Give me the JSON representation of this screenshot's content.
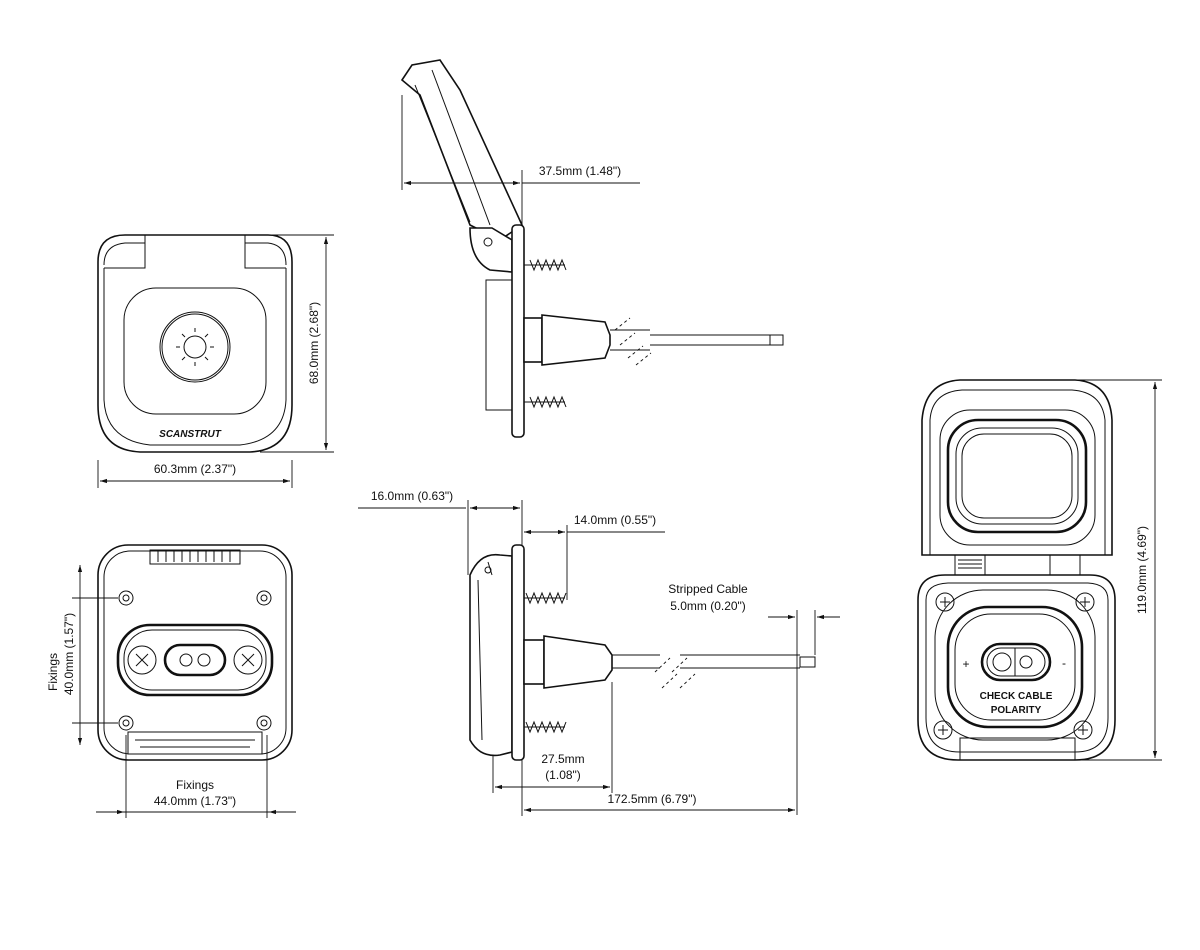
{
  "title": "Socket dimension drawing",
  "front_view": {
    "brand": "SCANSTRUT",
    "width_label": "60.3mm (2.37\")",
    "height_label": "68.0mm (2.68\")"
  },
  "rear_view": {
    "fixings_label": "Fixings",
    "fixings_vertical_label": "40.0mm (1.57\")",
    "fixings_horizontal_label": "44.0mm (1.73\")"
  },
  "side_view_open": {
    "lid_depth_label": "37.5mm (1.48\")"
  },
  "side_view": {
    "lid_depth_label": "16.0mm (0.63\")",
    "screw_length_label": "14.0mm (0.55\")",
    "stripped_title": "Stripped Cable",
    "stripped_label": "5.0mm (0.20\")",
    "boot_label_1": "27.5mm",
    "boot_label_2": "(1.08\")",
    "cable_label": "172.5mm (6.79\")"
  },
  "open_view": {
    "height_label": "119.0mm (4.69\")",
    "plus": "+",
    "minus": "-",
    "warning_1": "CHECK CABLE",
    "warning_2": "POLARITY"
  }
}
